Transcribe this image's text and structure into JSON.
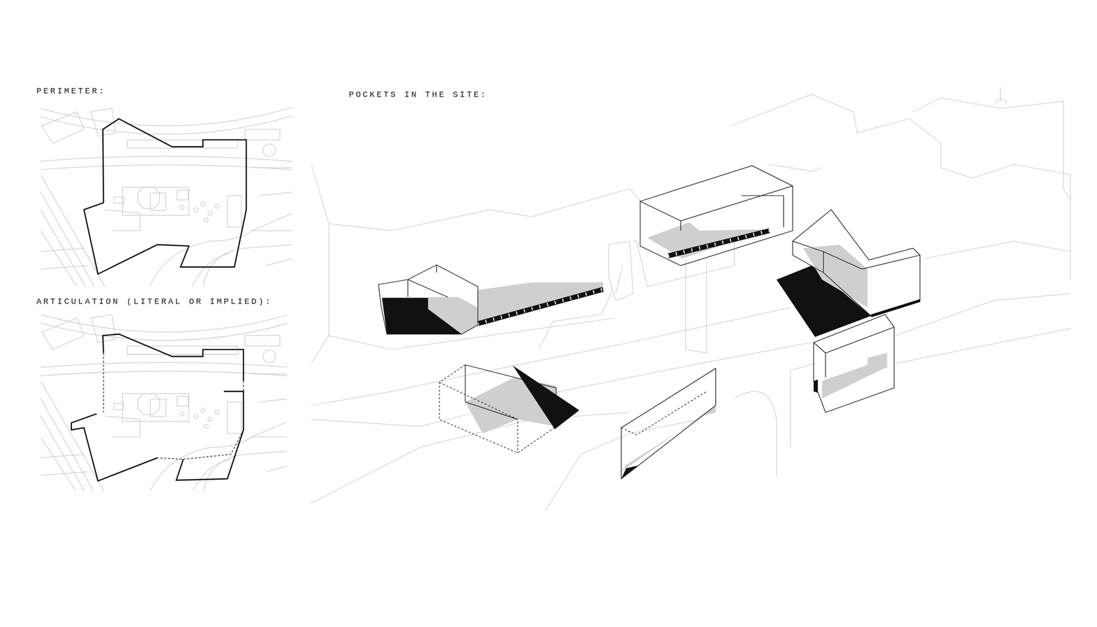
{
  "diagram": {
    "labels": [
      "PERIMETER:",
      "ARTICULATION (LITERAL OR IMPLIED):",
      "POCKETS IN THE SITE:"
    ]
  }
}
